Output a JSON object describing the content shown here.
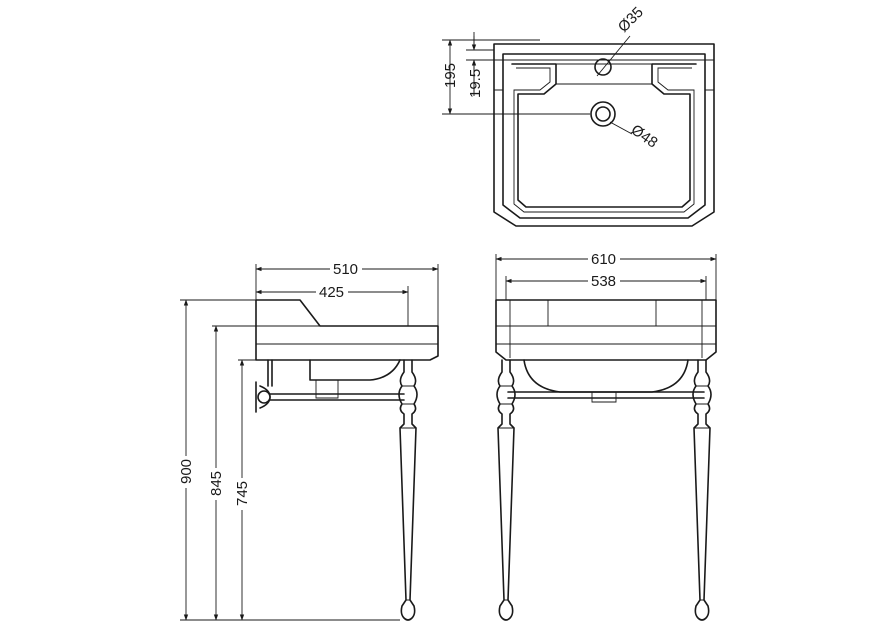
{
  "diagram": {
    "top_view": {
      "tap_hole_label": "Ø35",
      "waste_label": "Ø48",
      "depth_to_tap_label": "195",
      "rim_offset_label": "19.5"
    },
    "side_view": {
      "overall_depth_label": "510",
      "bowl_depth_label": "425",
      "overall_height_label": "900",
      "height_to_bowl_label": "845",
      "height_to_rail_label": "745"
    },
    "front_view": {
      "overall_width_label": "610",
      "leg_span_label": "538"
    }
  }
}
